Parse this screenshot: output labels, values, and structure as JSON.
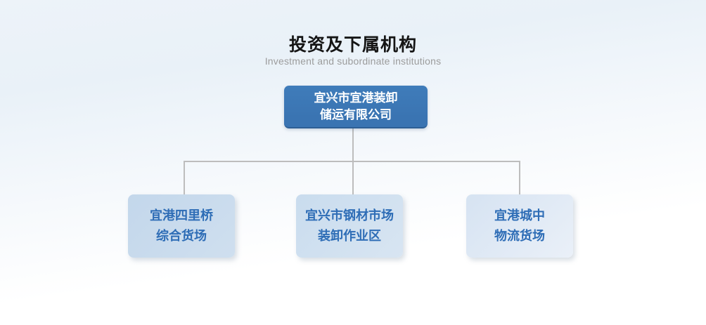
{
  "header": {
    "title": "投资及下属机构",
    "subtitle": "Investment and subordinate institutions"
  },
  "org_chart": {
    "type": "organization-tree",
    "root": {
      "lines": [
        "宜兴市宜港装卸",
        "储运有限公司"
      ],
      "fill": "#3b76b4",
      "text_color": "#ffffff"
    },
    "children": [
      {
        "lines": [
          "宜港四里桥",
          "综合货场"
        ],
        "fill": "#c5d9ec"
      },
      {
        "lines": [
          "宜兴市钢材市场",
          "装卸作业区"
        ],
        "fill": "#cdddef"
      },
      {
        "lines": [
          "宜港城中",
          "物流货场"
        ],
        "fill": "#d9e5f3"
      }
    ],
    "child_text_color": "#2e6db6",
    "connector_color": "#bdbdbd"
  },
  "colors": {
    "title_text": "#151515",
    "subtitle_text": "#9c9c9c",
    "background_top": "#ebf2f8",
    "background_bottom": "#ffffff"
  }
}
